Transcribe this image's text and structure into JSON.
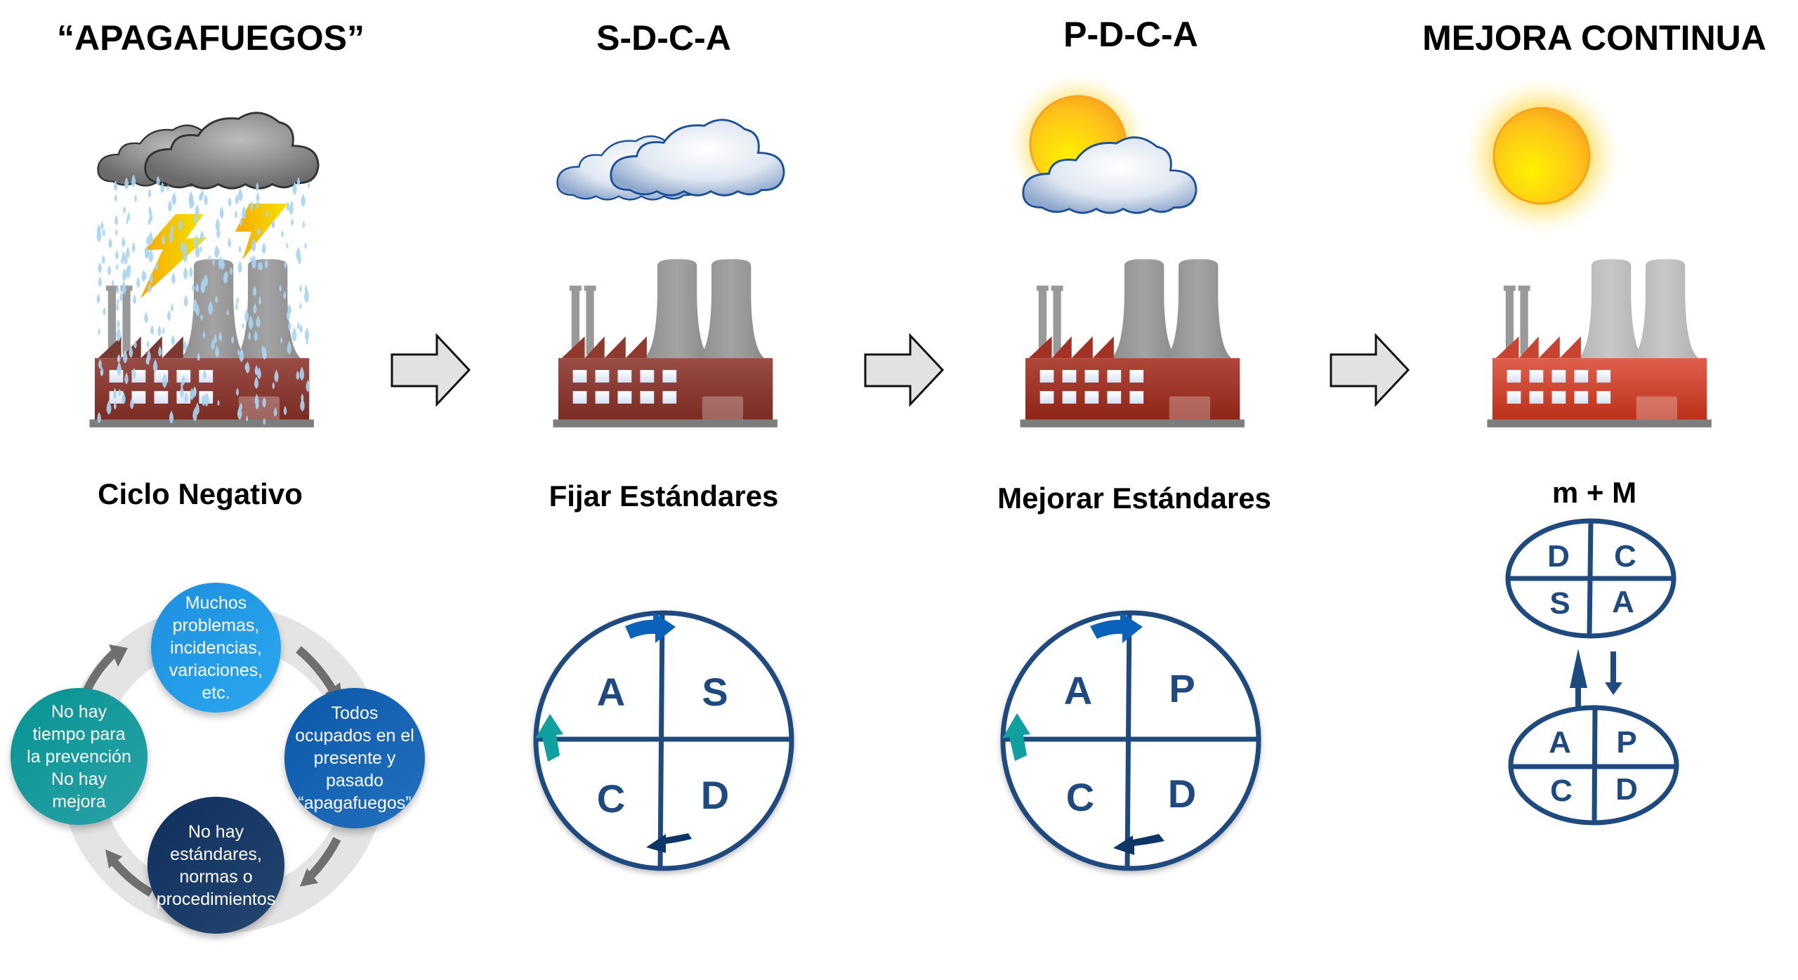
{
  "columns": [
    {
      "title": "“APAGAFUEGOS”",
      "subtitle": "Ciclo Negativo",
      "weather": "storm-cloud-rain-lightning"
    },
    {
      "title": "S-D-C-A",
      "subtitle": "Fijar Estándares",
      "weather": "cloudy",
      "cycle": {
        "top_left": "A",
        "top_right": "S",
        "bottom_left": "C",
        "bottom_right": "D"
      }
    },
    {
      "title": "P-D-C-A",
      "subtitle": "Mejorar Estándares",
      "weather": "partly-sunny",
      "cycle": {
        "top_left": "A",
        "top_right": "P",
        "bottom_left": "C",
        "bottom_right": "D"
      }
    },
    {
      "title": "MEJORA CONTINUA",
      "subtitle": "m + M",
      "weather": "sunny",
      "upper_cycle": {
        "top_left": "D",
        "top_right": "C",
        "bottom_left": "S",
        "bottom_right": "A"
      },
      "lower_cycle": {
        "top_left": "A",
        "top_right": "P",
        "bottom_left": "C",
        "bottom_right": "D"
      }
    }
  ],
  "negative_cycle": {
    "steps": [
      {
        "text": "Muchos\nproblemas,\nincidencias,\nvariaciones,\netc.",
        "color": "#1a9be0"
      },
      {
        "text": "Todos\nocupados en el\npresente y\npasado\n“apagafuegos”",
        "color": "#1160b0"
      },
      {
        "text": "No hay\nestándares,\nnormas o\nprocedimientos",
        "color": "#123a6a"
      },
      {
        "text": "No hay\ntiempo para\nla prevención\nNo hay\nmejora",
        "color": "#0e9a9a"
      }
    ]
  },
  "colors": {
    "cycle_stroke": "#1f4a80",
    "arrow_top": "#0a63b8",
    "arrow_left": "#11a0a0",
    "arrow_bottom": "#0d3566",
    "factory_dark": "#8a3a30",
    "factory_mid": "#9f2f22",
    "factory_bright": "#d44a35"
  }
}
